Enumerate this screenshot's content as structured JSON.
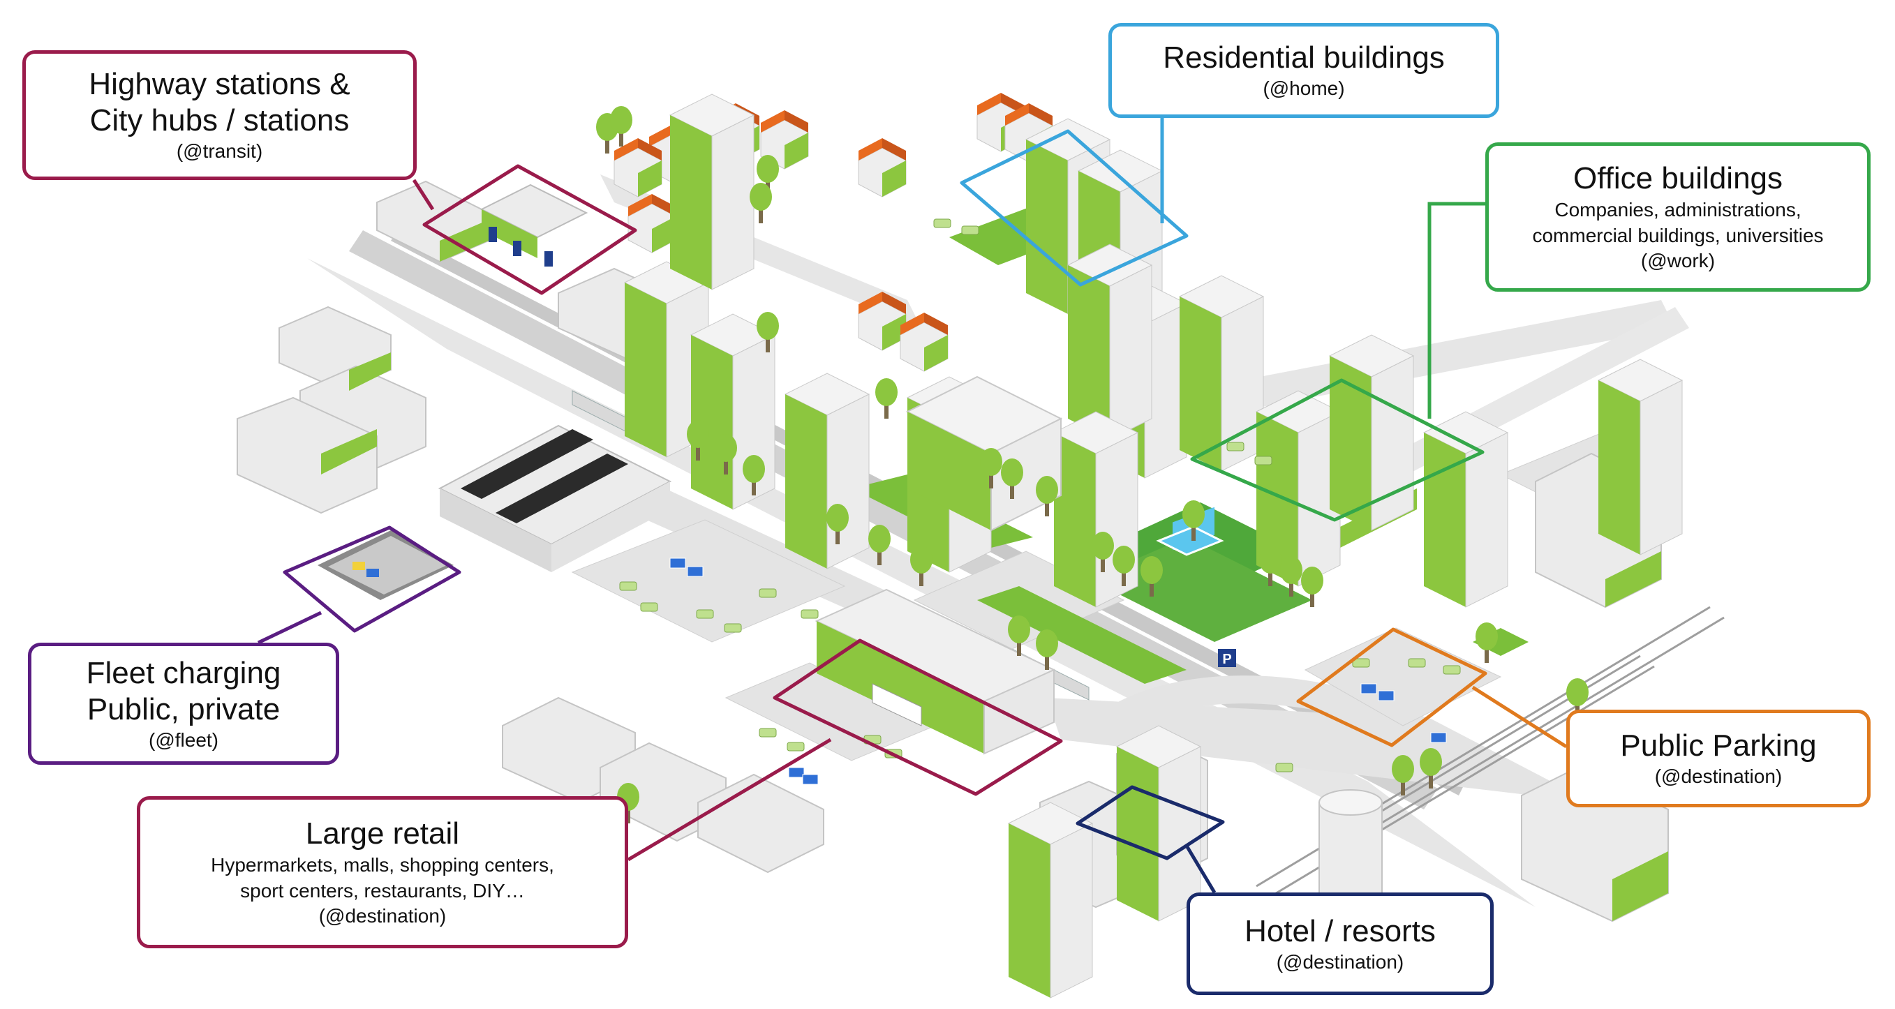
{
  "callouts": {
    "transit": {
      "title_line1": "Highway stations &",
      "title_line2": "City hubs / stations",
      "tag": "(@transit)",
      "color": "#9a1b4b"
    },
    "home": {
      "title": "Residential buildings",
      "tag": "(@home)",
      "color": "#3aa5dc"
    },
    "work": {
      "title": "Office buildings",
      "sub_line1": "Companies, administrations,",
      "sub_line2": "commercial buildings, universities",
      "tag": "(@work)",
      "color": "#35a84a"
    },
    "fleet": {
      "title_line1": "Fleet charging",
      "title_line2": "Public, private",
      "tag": "(@fleet)",
      "color": "#5a1d82"
    },
    "retail": {
      "title": "Large retail",
      "sub_line1": "Hypermarkets, malls, shopping centers,",
      "sub_line2": "sport centers, restaurants, DIY…",
      "tag": "(@destination)",
      "color": "#9a1b4b"
    },
    "parking": {
      "title": "Public Parking",
      "tag": "(@destination)",
      "color": "#e07a1e"
    },
    "hotel": {
      "title": "Hotel / resorts",
      "tag": "(@destination)",
      "color": "#1a2b6b"
    }
  },
  "scene": {
    "colors": {
      "accent_green": "#8cc63f",
      "dark_green": "#5fa12a",
      "grass": "#7bbf3a",
      "road": "#d6d6d6",
      "building": "#e9e9e9",
      "roof_orange": "#e86a1f",
      "water": "#5bc6ee",
      "asphalt": "#2b2b2b"
    },
    "icons": [
      "house-icon",
      "apartment-building-icon",
      "office-building-icon",
      "tree-icon",
      "car-icon",
      "train-icon",
      "charging-station-icon",
      "parking-sign-icon",
      "water-tower-icon",
      "solar-panel-icon"
    ],
    "parking_sign": "P"
  }
}
